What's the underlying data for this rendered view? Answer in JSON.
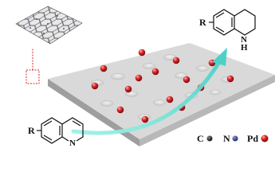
{
  "product": {
    "substituent": "R",
    "nh_label": "N",
    "h_label": "H"
  },
  "reactant": {
    "substituent": "R",
    "n_label": "N"
  },
  "legend": {
    "items": [
      {
        "label": "C",
        "color": "#1a1a1a"
      },
      {
        "label": "N",
        "color": "#2b3a8a"
      },
      {
        "label": "Pd",
        "color": "#c0161b"
      }
    ]
  },
  "colors": {
    "palladium": "#c0161b",
    "arrow": "#7fe3d6",
    "support_top": "#d8d8d8",
    "support_side": "#a9a9a9",
    "zoom_box": "#d12a2a"
  }
}
